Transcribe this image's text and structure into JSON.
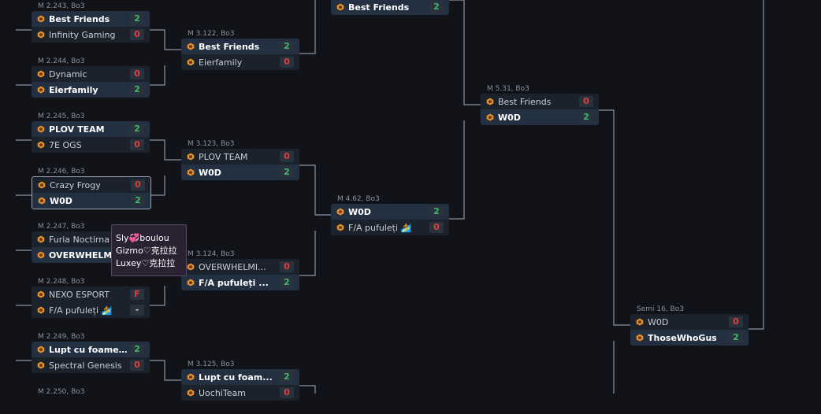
{
  "colors": {
    "background": "#111318",
    "card": "#1b222c",
    "winner_row": "#233042",
    "win_score": "#3dbb6a",
    "loss_score": "#e0413e",
    "connector": "#8b95a3"
  },
  "team_icon": "team-logo-icon",
  "matches": [
    {
      "id": "m2243",
      "label": "M 2.243, Bo3",
      "teams": [
        {
          "name": "Best Friends",
          "score": "2",
          "winner": true,
          "status": "win"
        },
        {
          "name": "Infinity Gaming",
          "score": "0",
          "winner": false,
          "status": "loss"
        }
      ]
    },
    {
      "id": "m2244",
      "label": "M 2.244, Bo3",
      "teams": [
        {
          "name": "Dynamic",
          "score": "0",
          "winner": false,
          "status": "loss"
        },
        {
          "name": "Eierfamily",
          "score": "2",
          "winner": true,
          "status": "win"
        }
      ]
    },
    {
      "id": "m2245",
      "label": "M 2.245, Bo3",
      "teams": [
        {
          "name": "PLOV TEAM",
          "score": "2",
          "winner": true,
          "status": "win"
        },
        {
          "name": "7E OGS",
          "score": "0",
          "winner": false,
          "status": "loss"
        }
      ]
    },
    {
      "id": "m2246",
      "label": "M 2.246, Bo3",
      "teams": [
        {
          "name": "Crazy Frogy",
          "score": "0",
          "winner": false,
          "status": "loss"
        },
        {
          "name": "W0D",
          "score": "2",
          "winner": true,
          "status": "win"
        }
      ]
    },
    {
      "id": "m2247",
      "label": "M 2.247, Bo3",
      "teams": [
        {
          "name": "Furia Noctirna",
          "score": "",
          "winner": false,
          "status": "none"
        },
        {
          "name": "OVERWHELMING",
          "score": "",
          "winner": true,
          "status": "none"
        }
      ]
    },
    {
      "id": "m2248",
      "label": "M 2.248, Bo3",
      "teams": [
        {
          "name": "NEXO ESPORT",
          "score": "F",
          "winner": false,
          "status": "forfeit"
        },
        {
          "name": "F/A pufuleți 🏄",
          "score": "-",
          "winner": false,
          "status": "none"
        }
      ]
    },
    {
      "id": "m2249",
      "label": "M 2.249, Bo3",
      "teams": [
        {
          "name": "Lupt cu foame...",
          "score": "2",
          "winner": true,
          "status": "win"
        },
        {
          "name": "Spectral Genesis",
          "score": "0",
          "winner": false,
          "status": "loss"
        }
      ]
    },
    {
      "id": "m2250",
      "label": "M 2.250, Bo3",
      "teams": []
    },
    {
      "id": "m3122",
      "label": "M 3.122, Bo3",
      "teams": [
        {
          "name": "Best Friends",
          "score": "2",
          "winner": true,
          "status": "win"
        },
        {
          "name": "Eierfamily",
          "score": "0",
          "winner": false,
          "status": "loss"
        }
      ]
    },
    {
      "id": "m3123",
      "label": "M 3.123, Bo3",
      "teams": [
        {
          "name": "PLOV TEAM",
          "score": "0",
          "winner": false,
          "status": "loss"
        },
        {
          "name": "W0D",
          "score": "2",
          "winner": true,
          "status": "win"
        }
      ]
    },
    {
      "id": "m3124",
      "label": "M 3.124, Bo3",
      "teams": [
        {
          "name": "OVERWHELMI...",
          "score": "0",
          "winner": false,
          "status": "loss"
        },
        {
          "name": "F/A pufuleți ...",
          "score": "2",
          "winner": true,
          "status": "win"
        }
      ]
    },
    {
      "id": "m3125",
      "label": "M 3.125, Bo3",
      "teams": [
        {
          "name": "Lupt cu foam...",
          "score": "2",
          "winner": true,
          "status": "win"
        },
        {
          "name": "UochiTeam",
          "score": "0",
          "winner": false,
          "status": "loss"
        }
      ]
    },
    {
      "id": "m461",
      "label": "",
      "teams": [
        {
          "name": "Best Friends",
          "score": "2",
          "winner": true,
          "status": "win"
        }
      ]
    },
    {
      "id": "m462",
      "label": "M 4.62, Bo3",
      "teams": [
        {
          "name": "W0D",
          "score": "2",
          "winner": true,
          "status": "win"
        },
        {
          "name": "F/A pufuleți 🏄",
          "score": "0",
          "winner": false,
          "status": "loss"
        }
      ]
    },
    {
      "id": "m531",
      "label": "M 5.31, Bo3",
      "teams": [
        {
          "name": "Best Friends",
          "score": "0",
          "winner": false,
          "status": "loss"
        },
        {
          "name": "W0D",
          "score": "2",
          "winner": true,
          "status": "win"
        }
      ]
    },
    {
      "id": "semi16",
      "label": "Semi 16, Bo3",
      "teams": [
        {
          "name": "W0D",
          "score": "0",
          "winner": false,
          "status": "loss"
        },
        {
          "name": "ThoseWhoGus",
          "score": "2",
          "winner": true,
          "status": "win"
        }
      ]
    }
  ],
  "tooltip": {
    "players": [
      "Sly💞boulou",
      "Gizmo♡克拉拉",
      "Luxey♡克拉拉"
    ]
  }
}
